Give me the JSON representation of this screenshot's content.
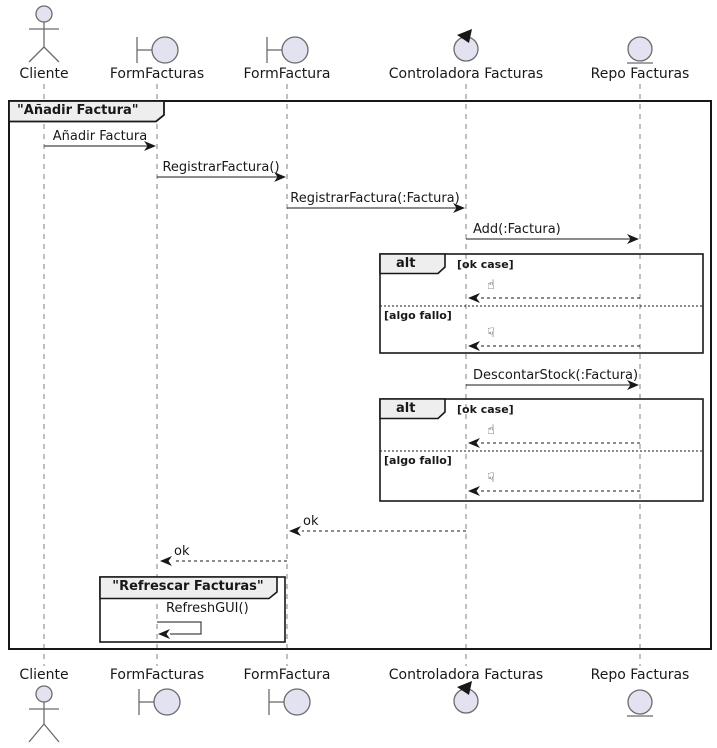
{
  "frame": {
    "title": "\"Añadir Factura\""
  },
  "participants": [
    {
      "name": "Cliente",
      "type": "actor"
    },
    {
      "name": "FormFacturas",
      "type": "boundary"
    },
    {
      "name": "FormFactura",
      "type": "boundary"
    },
    {
      "name": "Controladora Facturas",
      "type": "control"
    },
    {
      "name": "Repo Facturas",
      "type": "entity"
    }
  ],
  "messages": {
    "anadir_factura": "Añadir Factura",
    "registrar_factura": "RegistrarFactura()",
    "registrar_factura_param": "RegistrarFactura(:Factura)",
    "add_factura": "Add(:Factura)",
    "descontar_stock": "DescontarStock(:Factura)",
    "ok_to_formfactura": "ok",
    "ok_to_formfacturas": "ok",
    "refresh_gui": "RefreshGUI()"
  },
  "alt1": {
    "operator": "alt",
    "guard_ok": "[ok case]",
    "guard_fail": "[algo fallo]",
    "thumbs_up": "☝",
    "thumbs_down": "☟"
  },
  "alt2": {
    "operator": "alt",
    "guard_ok": "[ok case]",
    "guard_fail": "[algo fallo]",
    "thumbs_up": "☝",
    "thumbs_down": "☟"
  },
  "inner_frame": {
    "title": "\"Refrescar Facturas\""
  },
  "colors": {
    "icon_fill": "#E2E2F0",
    "frame_label_fill": "#EEEEEE",
    "line": "#181818",
    "lifeline": "#808080"
  }
}
